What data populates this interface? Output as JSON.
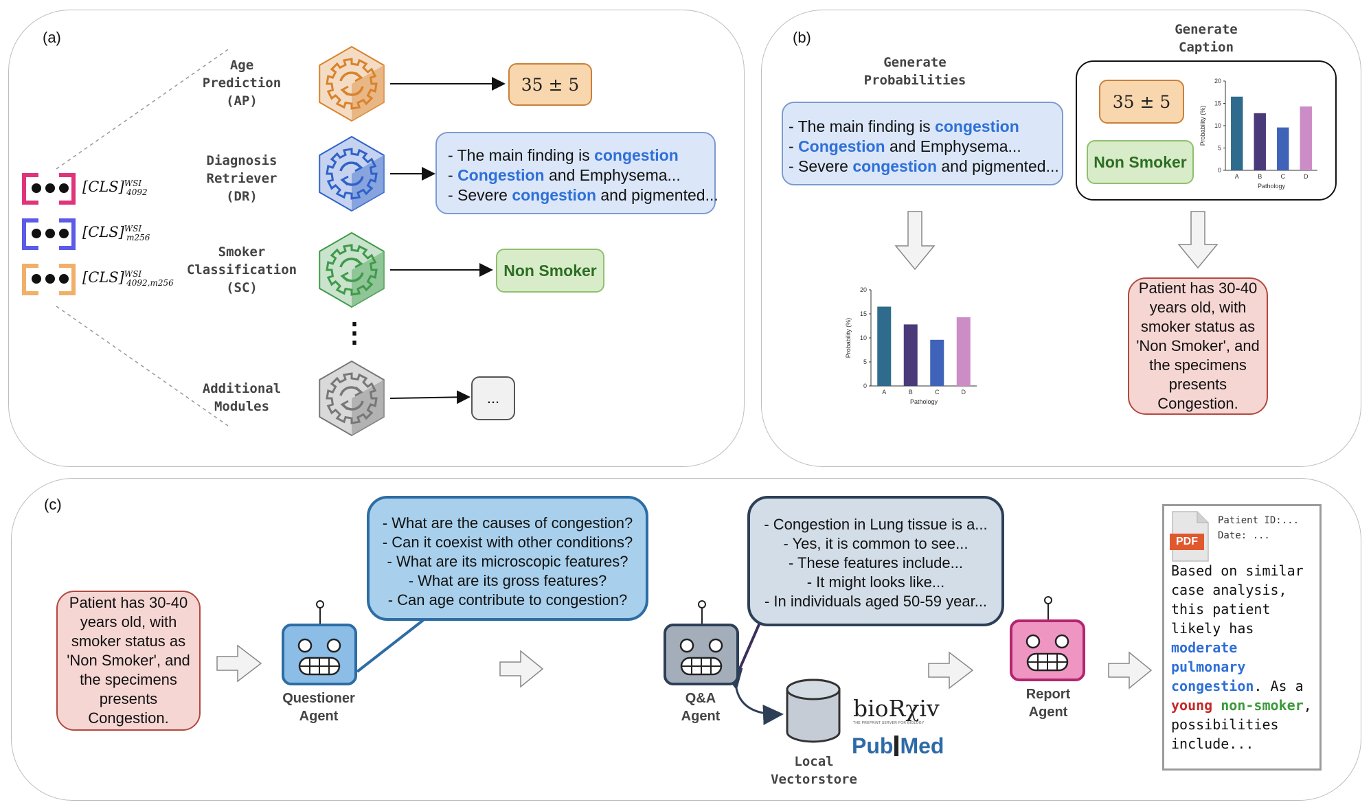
{
  "panel_a": {
    "label": "(a)",
    "cls_tokens": [
      {
        "main": "[CLS]",
        "sup": "WSI",
        "sub": "4092",
        "color": "#e0347a"
      },
      {
        "main": "[CLS]",
        "sup": "WSI",
        "sub": "m256",
        "color": "#5b5be8"
      },
      {
        "main": "[CLS]",
        "sup": "WSI",
        "sub": "4092,m256",
        "color": "#f0b06a"
      }
    ],
    "modules": [
      {
        "label": "Age\nPrediction\n(AP)",
        "color": "#d9822b"
      },
      {
        "label": "Diagnosis\nRetriever\n(DR)",
        "color": "#2f62c8"
      },
      {
        "label": "Smoker\nClassification\n(SC)",
        "color": "#3f9a4a"
      },
      {
        "label": "Additional\nModules",
        "color": "#777777"
      }
    ],
    "vertical_dots": "⋮",
    "age_output": "35 ± 5",
    "dr_output": [
      {
        "pre": "- The main finding is ",
        "hl": "congestion",
        "post": ""
      },
      {
        "pre": "- ",
        "hl": "Congestion",
        "post": " and Emphysema..."
      },
      {
        "pre": "- Severe ",
        "hl": "congestion",
        "post": " and pigmented..."
      }
    ],
    "sc_output": "Non Smoker",
    "additional_output": "..."
  },
  "panel_b": {
    "label": "(b)",
    "gen_prob_title": "Generate\nProbabilities",
    "gen_caption_title": "Generate\nCaption",
    "dr_text": [
      {
        "pre": "- The main finding is ",
        "hl": "congestion",
        "post": ""
      },
      {
        "pre": "- ",
        "hl": "Congestion",
        "post": " and Emphysema..."
      },
      {
        "pre": "- Severe ",
        "hl": "congestion",
        "post": " and pigmented..."
      }
    ],
    "age": "35 ± 5",
    "smoker": "Non Smoker",
    "caption": "Patient has 30-40 years old, with smoker status as 'Non Smoker', and the specimens presents Congestion."
  },
  "chart_data": [
    {
      "type": "bar",
      "categories": [
        "A",
        "B",
        "C",
        "D"
      ],
      "values": [
        16.5,
        12.8,
        9.6,
        14.3
      ],
      "colors": [
        "#2f6b8c",
        "#4a3a7a",
        "#3f63b8",
        "#cc8cc6"
      ],
      "xlabel": "Pathology",
      "ylabel": "Probability (%)",
      "ylim": [
        0,
        20
      ],
      "yticks": [
        0,
        5,
        10,
        15,
        20
      ]
    },
    {
      "type": "bar",
      "categories": [
        "A",
        "B",
        "C",
        "D"
      ],
      "values": [
        16.5,
        12.8,
        9.6,
        14.3
      ],
      "colors": [
        "#2f6b8c",
        "#4a3a7a",
        "#3f63b8",
        "#cc8cc6"
      ],
      "xlabel": "Pathology",
      "ylabel": "Probability (%)",
      "ylim": [
        0,
        20
      ],
      "yticks": [
        0,
        5,
        10,
        15,
        20
      ]
    }
  ],
  "panel_c": {
    "label": "(c)",
    "caption": "Patient has 30-40 years old, with smoker status as 'Non Smoker', and the specimens presents Congestion.",
    "questioner_label": "Questioner\nAgent",
    "questions": [
      "- What are the causes of congestion?",
      "- Can it coexist with other conditions?",
      "- What are its microscopic features?",
      "- What are its gross features?",
      "- Can age contribute to congestion?"
    ],
    "qa_label": "Q&A\nAgent",
    "answers": [
      "- Congestion in Lung tissue is a...",
      "- Yes, it is common to see...",
      "- These features include...",
      "- It might looks like...",
      "- In individuals aged 50-59 year..."
    ],
    "vectorstore_label": "Local\nVectorstore",
    "biorxiv": {
      "main": "bioRχiv",
      "sub": "THE PREPRINT SERVER FOR BIOLOGY"
    },
    "pubmed": {
      "pub": "Pub",
      "med": "Med"
    },
    "report_label": "Report\nAgent",
    "pdf_badge": "PDF",
    "pdf_header": [
      "Patient ID:...",
      "Date: ..."
    ],
    "report_text": {
      "t1": "Based on similar case analysis, this patient likely has ",
      "blue": "moderate pulmonary congestion",
      "t2": ". As a ",
      "red": "young",
      "t3": " ",
      "green": "non-smoker",
      "t4": ", possibilities include..."
    }
  }
}
